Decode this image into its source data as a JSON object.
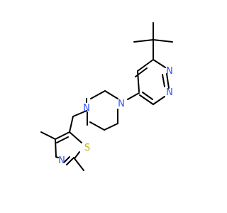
{
  "molecule": {
    "atoms": {
      "n_pip_1": "N",
      "n_pip_2": "N",
      "n_pyr_1": "N",
      "n_pyr_2": "N",
      "n_thz": "N",
      "s_thz": "S"
    }
  },
  "colors": {
    "bond": "#000000",
    "nitrogen": "#3050F8",
    "sulfur": "#C8B400",
    "background": "#ffffff"
  }
}
